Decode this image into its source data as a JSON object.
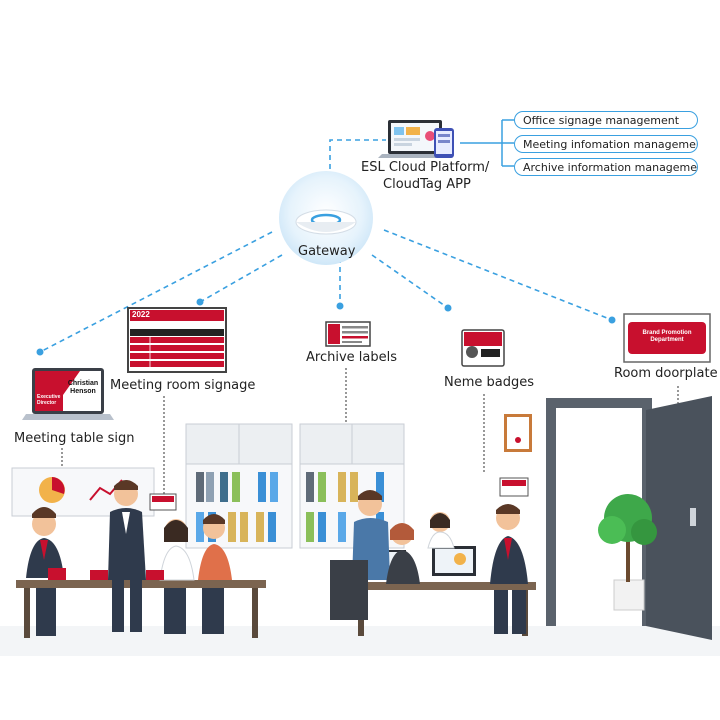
{
  "platform": {
    "line1": "ESL Cloud Platform/",
    "line2": "CloudTag APP",
    "features": [
      "Office signage management",
      "Meeting infomation management",
      "Archive information management"
    ]
  },
  "gateway": {
    "label": "Gateway"
  },
  "devices": {
    "meeting_table_sign": "Meeting table sign",
    "meeting_room_signage": "Meeting room signage",
    "archive_labels": "Archive labels",
    "name_badges": "Neme badges",
    "room_doorplate": "Room doorplate"
  },
  "screens": {
    "table_sign_name": "Christian Henson",
    "table_sign_title": "Executive Director",
    "signage_year": "2022",
    "doorplate_text": "Brand Promotion Department"
  },
  "colors": {
    "accent_blue": "#3aa0e0",
    "esl_red": "#c8102e",
    "suit_dark": "#2f3a4c"
  },
  "icons": [
    "laptop-icon",
    "tablet-icon",
    "gateway-device-icon",
    "esl-tag-icon",
    "door-icon",
    "plant-icon"
  ]
}
